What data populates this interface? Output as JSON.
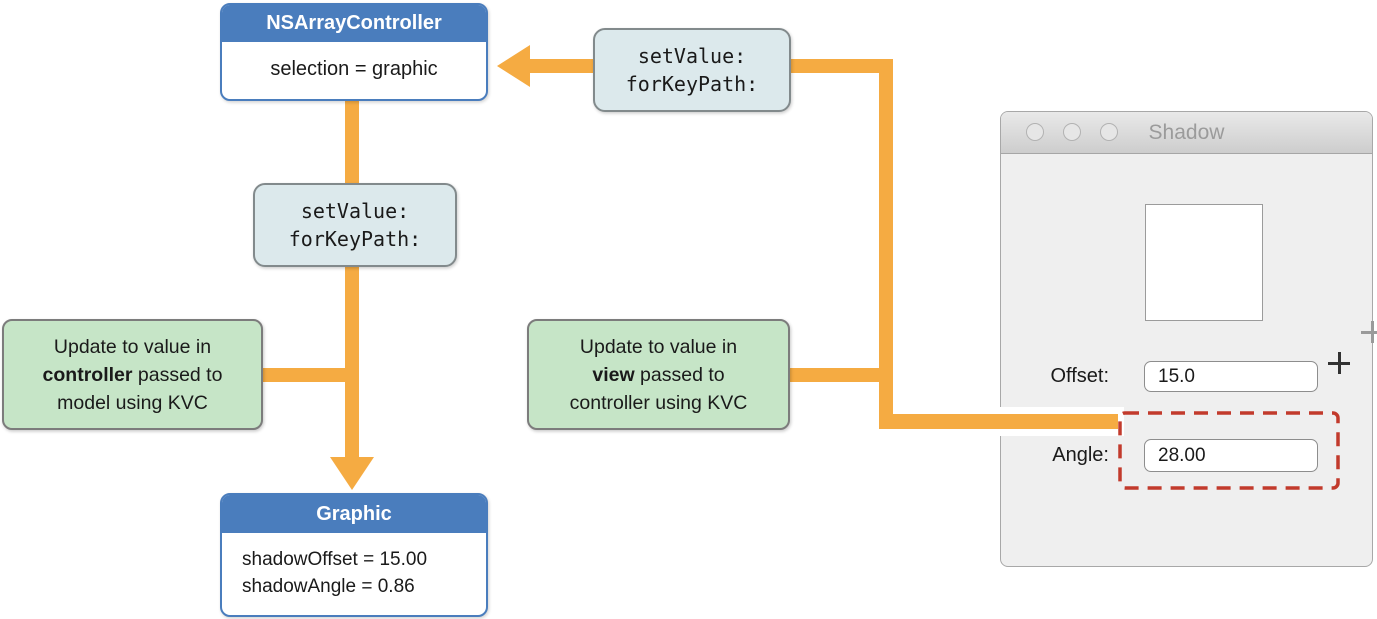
{
  "colors": {
    "arrow_orange": "#f5ab42",
    "node_blue": "#4a7dbd",
    "annotation_green": "#c6e5c7",
    "code_box_bg": "#dce9ec",
    "highlight_red": "#c23a2c",
    "window_bg": "#efefef"
  },
  "diagram": {
    "nsarraycontroller": {
      "title": "NSArrayController",
      "body": "selection = graphic"
    },
    "setvalue_top": {
      "line1": "setValue:",
      "line2": "forKeyPath:"
    },
    "setvalue_mid": {
      "line1": "setValue:",
      "line2": "forKeyPath:"
    },
    "green_left": {
      "line1": "Update to value in",
      "line2_bold": "controller",
      "line2_rest": " passed to",
      "line3": "model using KVC"
    },
    "green_mid": {
      "line1": "Update to value in",
      "line2_bold": "view",
      "line2_rest": " passed to",
      "line3": "controller using KVC"
    },
    "graphic": {
      "title": "Graphic",
      "line1": "shadowOffset = 15.00",
      "line2": "shadowAngle = 0.86"
    }
  },
  "window": {
    "title": "Shadow",
    "offset_label": "Offset:",
    "offset_value": "15.0",
    "angle_label": "Angle:",
    "angle_value": "28.00"
  }
}
